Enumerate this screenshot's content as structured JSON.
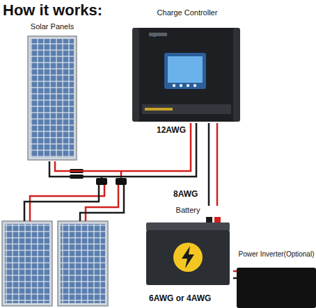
{
  "diagram": {
    "title": "How it works:",
    "nodes": [
      {
        "text": [
          "Solar Panels"
        ]
      },
      {
        "text": [
          "Charge Controller"
        ]
      },
      {
        "text": [
          "Battery"
        ]
      },
      {
        "text": [
          "Power Inverter(Optional)"
        ]
      }
    ],
    "edges": [
      {
        "from": 0,
        "to": 1,
        "arrow": "none",
        "label": "12AWG"
      },
      {
        "from": 1,
        "to": 2,
        "arrow": "none",
        "label": "8AWG"
      },
      {
        "from": 2,
        "to": 3,
        "arrow": "none",
        "label": "6AWG or 4AWG"
      }
    ]
  }
}
